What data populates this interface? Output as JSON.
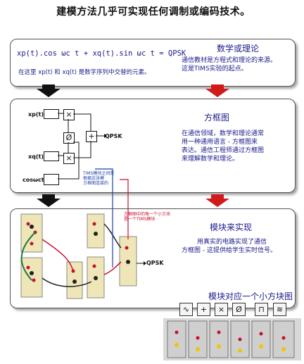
{
  "title": "建模方法几乎可实现任何调制或编码技术。",
  "panel1": {
    "heading": "数学或理论",
    "description_line1": "通信教材是方程式和理论的来源。",
    "description_line2": "这是TIMS实验的起点。",
    "equation": "xp(t).cos ωc t + xq(t).sin ωc t = QPSK",
    "equation_note": "在这里 xp(t) 和 xq(t) 是数字序列中交替的元素。"
  },
  "panel2": {
    "heading": "方框图",
    "description": [
      "在通信领域，数学和理论通常",
      "用一种通用语言 - 方框图来",
      "表达。通信工程师通过方框图",
      "来理解数学和理论。"
    ],
    "blocks": {
      "xp_label": "xp(t)",
      "xq_label": "xq(t)",
      "carrier_label": "cosωct",
      "multiply_symbol": "×",
      "phase_symbol": "Ø",
      "sum_symbol": "+",
      "output_label": "QPSK"
    },
    "annotation_blue": [
      "TIMS模块之间是",
      "根据这张模",
      "方框图连接的"
    ]
  },
  "panel3": {
    "heading": "模块来实现",
    "description": [
      "用真实的电路实现了通信",
      "方框图 - 这提供给学生实时信号。"
    ],
    "annotation_red": [
      "方框图中的每一个小方块",
      "是一个TIMS模块"
    ],
    "output_label": "QPSK"
  },
  "bottom_caption": "模块对应一个小方块图",
  "icons": [
    "sine-icon",
    "plus-icon",
    "multiply-icon",
    "phase-icon",
    "pulse-icon",
    "noise-icon"
  ],
  "icon_glyphs": [
    "∿",
    "+",
    "×",
    "Ø",
    "⊓",
    "≋"
  ],
  "colors": {
    "arrow_black": "#111111",
    "arrow_red": "#d11a1a",
    "heading": "#1a1a8c",
    "wire_red": "#c8102e",
    "wire_blue": "#1f3fa8",
    "wire_green": "#1f7a3a"
  }
}
